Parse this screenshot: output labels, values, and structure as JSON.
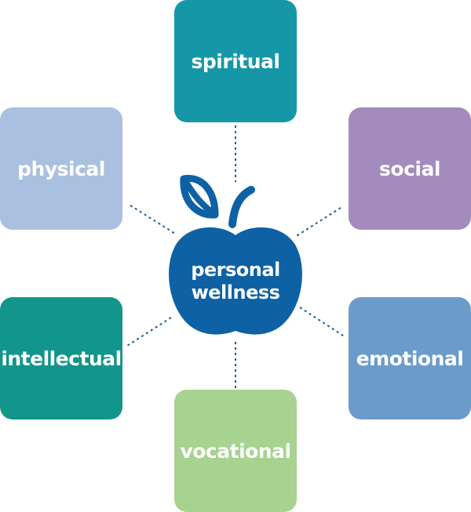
{
  "center": {
    "line1": "personal",
    "line2": "wellness",
    "icon": "apple-icon"
  },
  "dimensions": [
    {
      "id": "spiritual",
      "label": "spiritual",
      "color": "#1597a8"
    },
    {
      "id": "physical",
      "label": "physical",
      "color": "#a9c0e0"
    },
    {
      "id": "social",
      "label": "social",
      "color": "#a38bbd"
    },
    {
      "id": "intellectual",
      "label": "intellectual",
      "color": "#12958a"
    },
    {
      "id": "emotional",
      "label": "emotional",
      "color": "#6a9bcb"
    },
    {
      "id": "vocational",
      "label": "vocational",
      "color": "#a7d28f"
    }
  ],
  "colors": {
    "apple": "#0d61a4",
    "connector": "#1d5c95"
  }
}
